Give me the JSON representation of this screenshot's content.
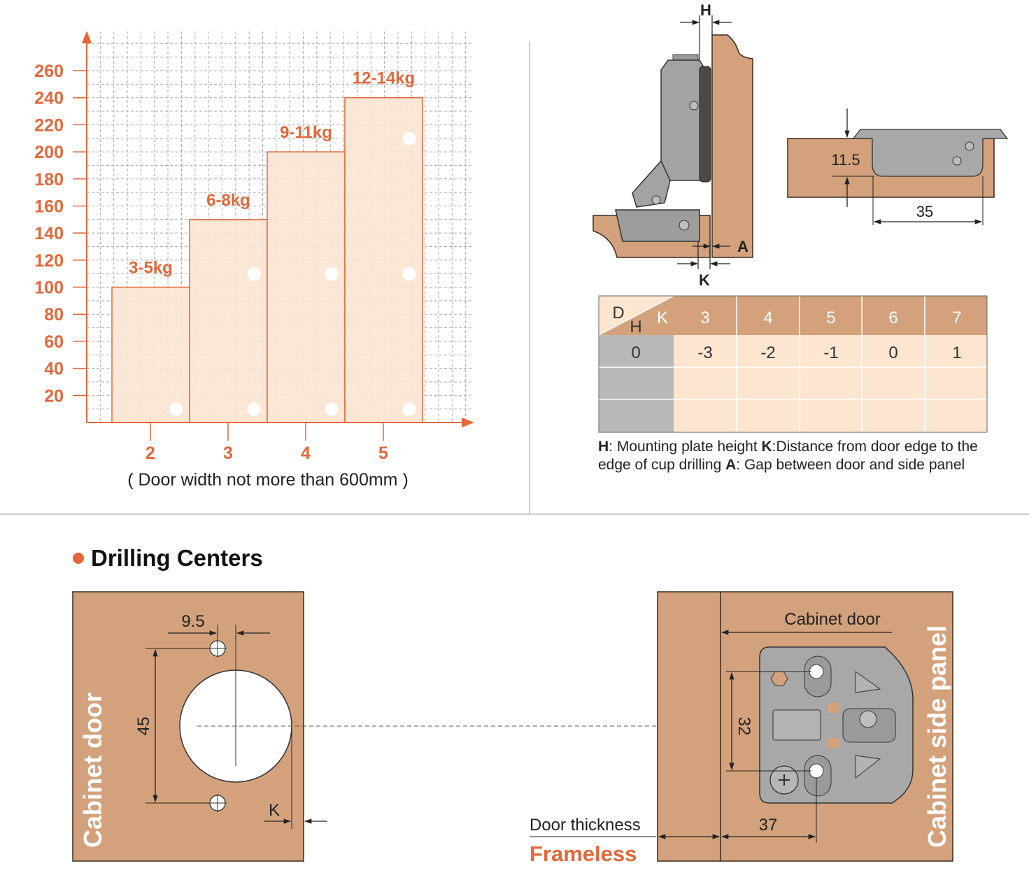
{
  "chart_data": {
    "type": "bar",
    "categories": [
      "2",
      "3",
      "4",
      "5"
    ],
    "values": [
      100,
      150,
      200,
      240
    ],
    "bar_labels": [
      "3-5kg",
      "6-8kg",
      "9-11kg",
      "12-14kg"
    ],
    "ylim": [
      0,
      280
    ],
    "yticks": [
      20,
      40,
      60,
      80,
      100,
      120,
      140,
      160,
      180,
      200,
      220,
      240,
      260
    ],
    "xlabel": "( Door width not more than 600mm )",
    "grid": true,
    "colors": {
      "bar": "#fbe4cf",
      "bar_edge": "#e2683a",
      "axis": "#e2683a",
      "labels": "#e2683a"
    }
  },
  "hinge_diagram": {
    "labels": {
      "h": "H",
      "a": "A",
      "k": "K"
    },
    "plate_dims": {
      "height": "11.5",
      "width": "35"
    }
  },
  "table": {
    "corner": {
      "d": "D",
      "h": "H",
      "k": "K"
    },
    "k_values": [
      "3",
      "4",
      "5",
      "6",
      "7"
    ],
    "rows": [
      {
        "h": "0",
        "d": [
          "-3",
          "-2",
          "-1",
          "0",
          "1"
        ]
      },
      {
        "h": "",
        "d": [
          "",
          "",
          "",
          "",
          ""
        ]
      },
      {
        "h": "",
        "d": [
          "",
          "",
          "",
          "",
          ""
        ]
      }
    ]
  },
  "legend": {
    "h_key": "H",
    "h_text": ": Mounting plate height ",
    "k_key": "K",
    "k_text": ":Distance from door edge to the edge of cup drilling ",
    "a_key": "A",
    "a_text": ": Gap between door and side panel"
  },
  "drilling": {
    "title": "Drilling Centers",
    "door_label": "Cabinet door",
    "dim_95": "9.5",
    "dim_45": "45",
    "dim_k": "K",
    "panel_label": "Cabinet side panel",
    "panel_door_label": "Cabinet door",
    "dim_32": "32",
    "dim_37": "37",
    "door_thickness": "Door thickness",
    "frameless": "Frameless"
  },
  "colors": {
    "wood": "#d3a27c",
    "wood_edge": "#3a2a1e",
    "plate": "#a8a8a8",
    "accent": "#e2683a",
    "table_header": "#d3a27c",
    "table_cell": "#fde6cf",
    "table_grey": "#b9b9b9"
  }
}
